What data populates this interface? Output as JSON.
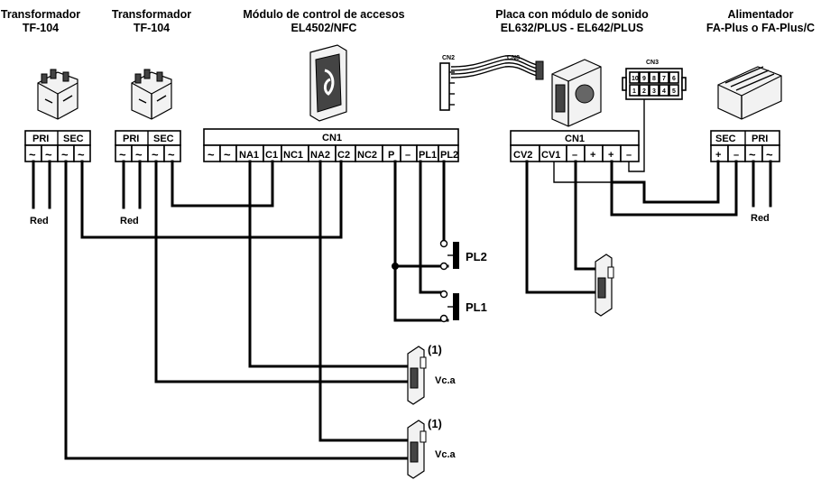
{
  "titles": {
    "transformer1": {
      "line1": "Transformador",
      "line2": "TF-104"
    },
    "transformer2": {
      "line1": "Transformador",
      "line2": "TF-104"
    },
    "access_module": {
      "line1": "Módulo de control de accesos",
      "line2": "EL4502/NFC"
    },
    "sound_plate": {
      "line1": "Placa con módulo de sonido",
      "line2": "EL632/PLUS - EL642/PLUS"
    },
    "power_supply": {
      "line1": "Alimentador",
      "line2": "FA-Plus o FA-Plus/C"
    }
  },
  "transformer1": {
    "pri": "PRI",
    "sec": "SEC",
    "terminals": [
      "~",
      "~",
      "~",
      "~"
    ],
    "mains": "Red"
  },
  "transformer2": {
    "pri": "PRI",
    "sec": "SEC",
    "terminals": [
      "~",
      "~",
      "~",
      "~"
    ],
    "mains": "Red"
  },
  "access_module": {
    "connector": "CN1",
    "terminals": [
      "~",
      "~",
      "NA1",
      "C1",
      "NC1",
      "NA2",
      "C2",
      "NC2",
      "P",
      "–",
      "PL1",
      "PL2"
    ]
  },
  "ribbon": {
    "left": "CN2",
    "right": "CN8"
  },
  "cn3": {
    "label": "CN3",
    "pins_top": [
      "10",
      "9",
      "8",
      "7",
      "6"
    ],
    "pins_bottom": [
      "1",
      "2",
      "3",
      "4",
      "5"
    ]
  },
  "sound_plate": {
    "connector": "CN1",
    "terminals": [
      "CV2",
      "CV1",
      "–",
      "+",
      "+",
      "–"
    ]
  },
  "power_supply": {
    "sec": "SEC",
    "pri": "PRI",
    "terminals": [
      "+",
      "–",
      "~",
      "~"
    ],
    "mains": "Red"
  },
  "buttons": {
    "pl2": "PL2",
    "pl1": "PL1"
  },
  "locks": [
    {
      "note": "(1)",
      "label": "Vc.a"
    },
    {
      "note": "(1)",
      "label": "Vc.a"
    }
  ],
  "colors": {
    "line": "#000000",
    "background": "#ffffff"
  }
}
